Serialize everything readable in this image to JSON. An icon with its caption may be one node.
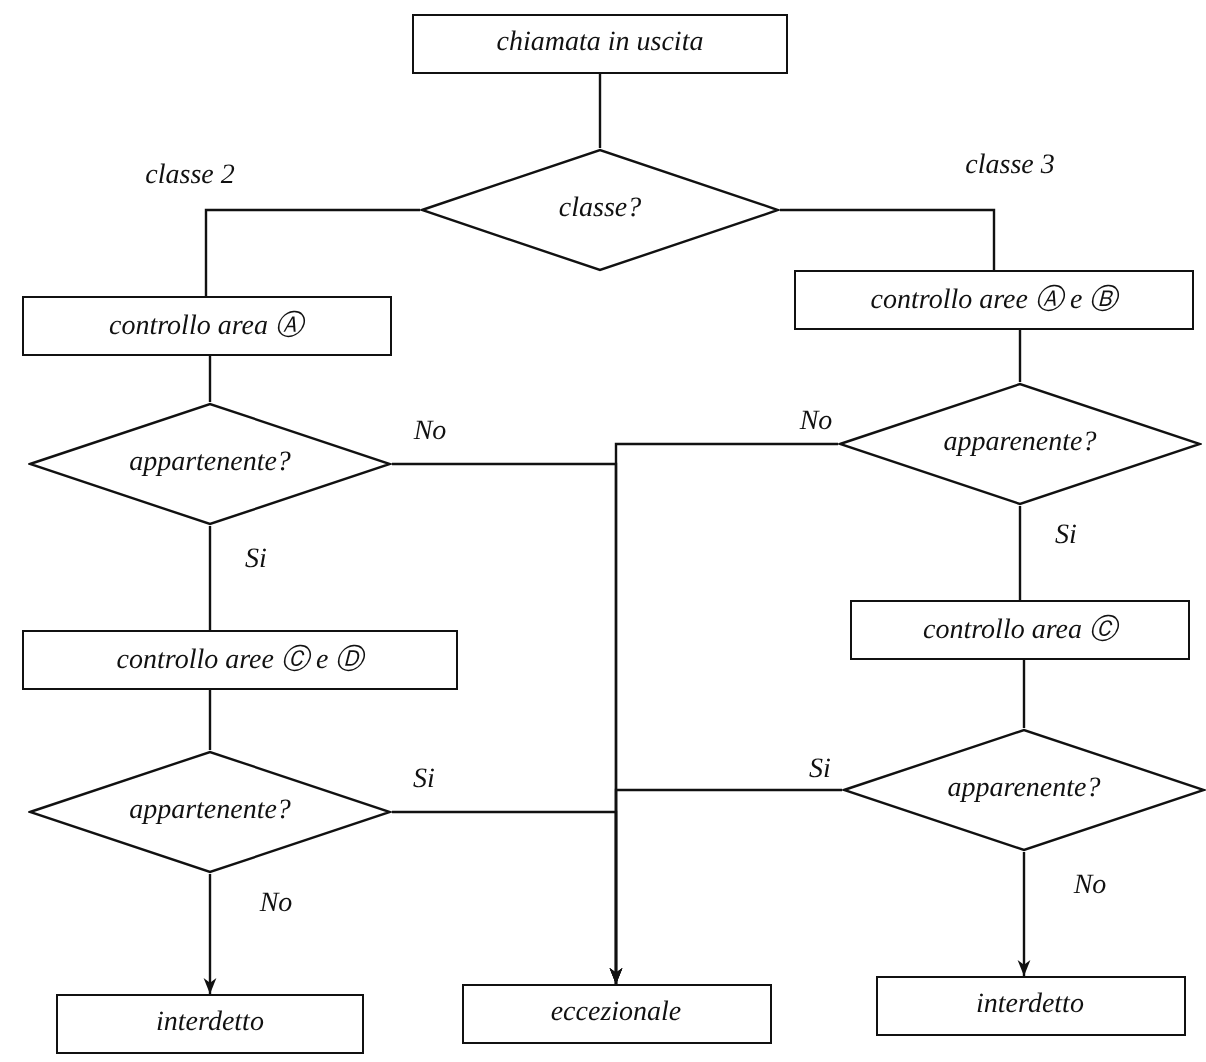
{
  "diagram": {
    "nodes": [
      {
        "text": [
          "chiamata in uscita"
        ]
      },
      {
        "text": [
          "classe?"
        ]
      },
      {
        "text": [
          "controllo area Ⓐ"
        ]
      },
      {
        "text": [
          "controllo aree Ⓐ e Ⓑ"
        ]
      },
      {
        "text": [
          "appartenente?"
        ]
      },
      {
        "text": [
          "apparenente?"
        ]
      },
      {
        "text": [
          "controllo aree Ⓒ e Ⓓ"
        ]
      },
      {
        "text": [
          "controllo area Ⓒ"
        ]
      },
      {
        "text": [
          "appartenente?"
        ]
      },
      {
        "text": [
          "apparenente?"
        ]
      },
      {
        "text": [
          "interdetto"
        ]
      },
      {
        "text": [
          "eccezionale"
        ]
      },
      {
        "text": [
          "interdetto"
        ]
      }
    ],
    "edges": [
      {
        "from": 0,
        "to": 1,
        "arrow": "none"
      },
      {
        "from": 1,
        "to": 2,
        "arrow": "none",
        "label": "classe 2"
      },
      {
        "from": 1,
        "to": 3,
        "arrow": "none",
        "label": "classe 3"
      },
      {
        "from": 2,
        "to": 4,
        "arrow": "none"
      },
      {
        "from": 3,
        "to": 5,
        "arrow": "none"
      },
      {
        "from": 4,
        "to": 11,
        "arrow": "to",
        "label": "No"
      },
      {
        "from": 5,
        "to": 11,
        "arrow": "to",
        "label": "No"
      },
      {
        "from": 4,
        "to": 6,
        "arrow": "none",
        "label": "Si"
      },
      {
        "from": 5,
        "to": 7,
        "arrow": "none",
        "label": "Si"
      },
      {
        "from": 6,
        "to": 8,
        "arrow": "none"
      },
      {
        "from": 7,
        "to": 9,
        "arrow": "none"
      },
      {
        "from": 8,
        "to": 11,
        "arrow": "to",
        "label": "Si"
      },
      {
        "from": 9,
        "to": 11,
        "arrow": "to",
        "label": "Si"
      },
      {
        "from": 8,
        "to": 10,
        "arrow": "to",
        "label": "No"
      },
      {
        "from": 9,
        "to": 12,
        "arrow": "to",
        "label": "No"
      }
    ]
  }
}
